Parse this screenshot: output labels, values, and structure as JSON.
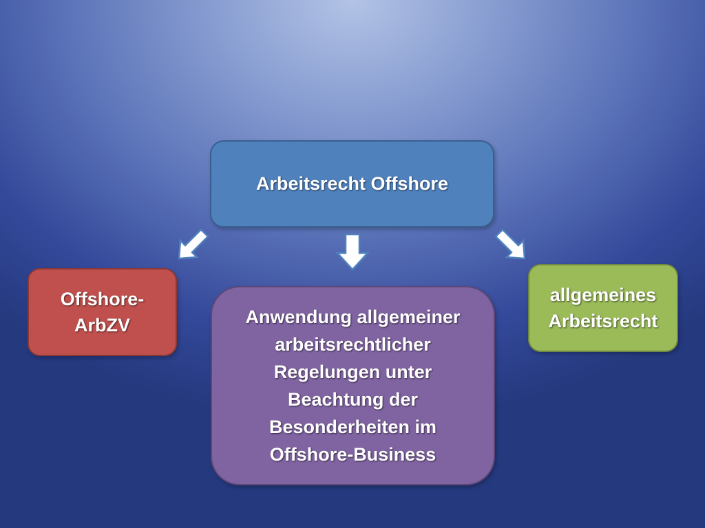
{
  "diagram": {
    "top_node": "Arbeitsrecht Offshore",
    "left_node": "Offshore-\nArbZV",
    "center_node": "Anwendung allgemeiner\narbeitsrechtlicher\nRegelungen unter\nBeachtung der\nBesonderheiten im\nOffshore-Business",
    "right_node": "allgemeines\nArbeitsrecht"
  },
  "colors": {
    "top_node": "#4f81bd",
    "left_node": "#c0504d",
    "center_node": "#8064a2",
    "right_node": "#9bbb59",
    "arrows": "#ffffff"
  },
  "icons": [
    "arrow-down-left-icon",
    "arrow-down-icon",
    "arrow-down-right-icon"
  ]
}
